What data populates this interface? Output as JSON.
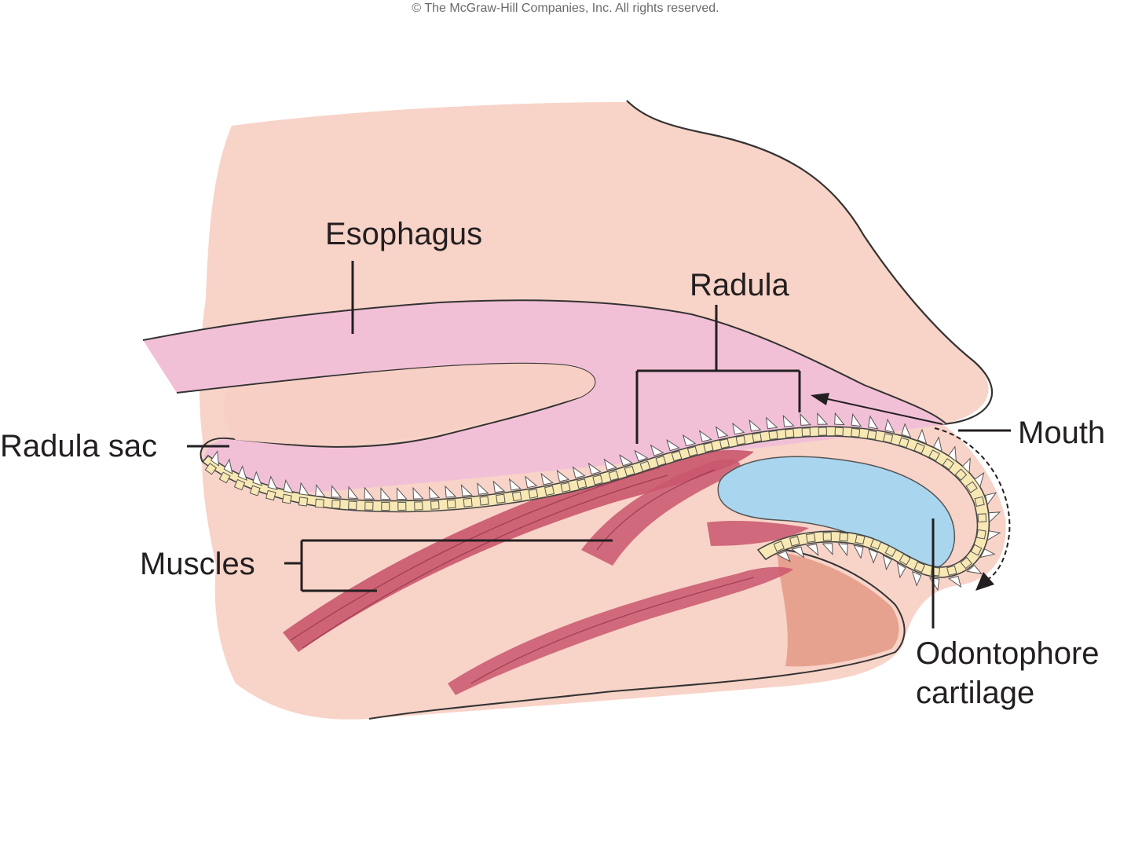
{
  "copyright": "© The McGraw-Hill Companies, Inc. All rights reserved.",
  "labels": {
    "esophagus": "Esophagus",
    "radula": "Radula",
    "radula_sac": "Radula sac",
    "mouth": "Mouth",
    "muscles": "Muscles",
    "odontophore_line1": "Odontophore",
    "odontophore_line2": "cartilage"
  },
  "colors": {
    "body_tissue": "#f8d3c8",
    "esophagus": "#f4c3d6",
    "radula_ribbon": "#f8e8b4",
    "odontophore": "#a9d6ee",
    "muscle": "#c9566d",
    "outline": "#333333"
  }
}
